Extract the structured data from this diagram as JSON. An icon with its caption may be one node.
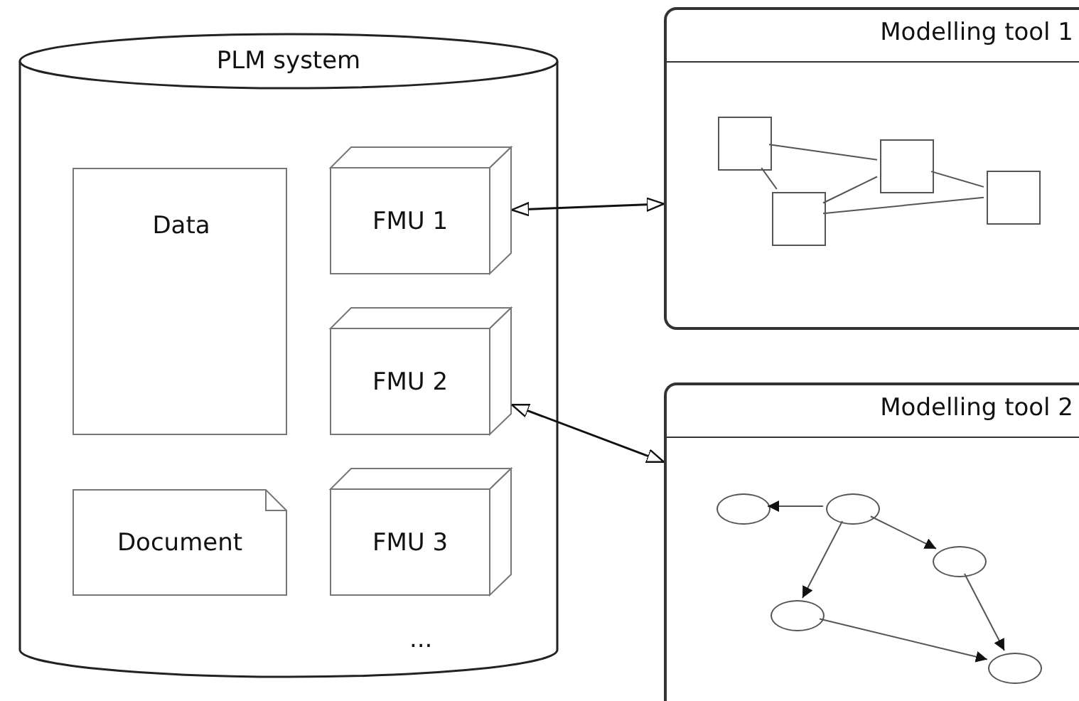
{
  "diagram": {
    "nodes": [
      {
        "text": [
          "PLM system"
        ]
      },
      {
        "text": [
          "Data"
        ],
        "in": 0
      },
      {
        "text": [
          "FMU 1"
        ],
        "in": 0
      },
      {
        "text": [
          "FMU 2"
        ],
        "in": 0
      },
      {
        "text": [
          "Document"
        ],
        "in": 0
      },
      {
        "text": [
          "FMU 3"
        ],
        "in": 0
      },
      {
        "text": [
          "Modelling tool 1"
        ]
      },
      {
        "text": [],
        "shape": "box",
        "in": 6
      },
      {
        "text": [],
        "shape": "box",
        "in": 6
      },
      {
        "text": [],
        "shape": "box",
        "in": 6
      },
      {
        "text": [],
        "shape": "box",
        "in": 6
      },
      {
        "text": [
          "Modelling tool 2"
        ]
      },
      {
        "text": [],
        "shape": "ellipse",
        "in": 11
      },
      {
        "text": [],
        "shape": "ellipse",
        "in": 11
      },
      {
        "text": [],
        "shape": "ellipse",
        "in": 11
      },
      {
        "text": [],
        "shape": "ellipse",
        "in": 11
      },
      {
        "text": [],
        "shape": "ellipse",
        "in": 11
      }
    ],
    "edges": [
      {
        "from": 2,
        "to": 6,
        "arrow": "both"
      },
      {
        "from": 3,
        "to": 11,
        "arrow": "both"
      },
      {
        "from": 7,
        "to": 9,
        "arrow": "none"
      },
      {
        "from": 7,
        "to": 8,
        "arrow": "none"
      },
      {
        "from": 8,
        "to": 9,
        "arrow": "none"
      },
      {
        "from": 8,
        "to": 10,
        "arrow": "none"
      },
      {
        "from": 9,
        "to": 10,
        "arrow": "none"
      },
      {
        "from": 13,
        "to": 12,
        "arrow": "to"
      },
      {
        "from": 13,
        "to": 14,
        "arrow": "to"
      },
      {
        "from": 13,
        "to": 15,
        "arrow": "to"
      },
      {
        "from": 14,
        "to": 16,
        "arrow": "to"
      },
      {
        "from": 15,
        "to": 16,
        "arrow": "to"
      }
    ],
    "labels": [
      "..."
    ]
  }
}
